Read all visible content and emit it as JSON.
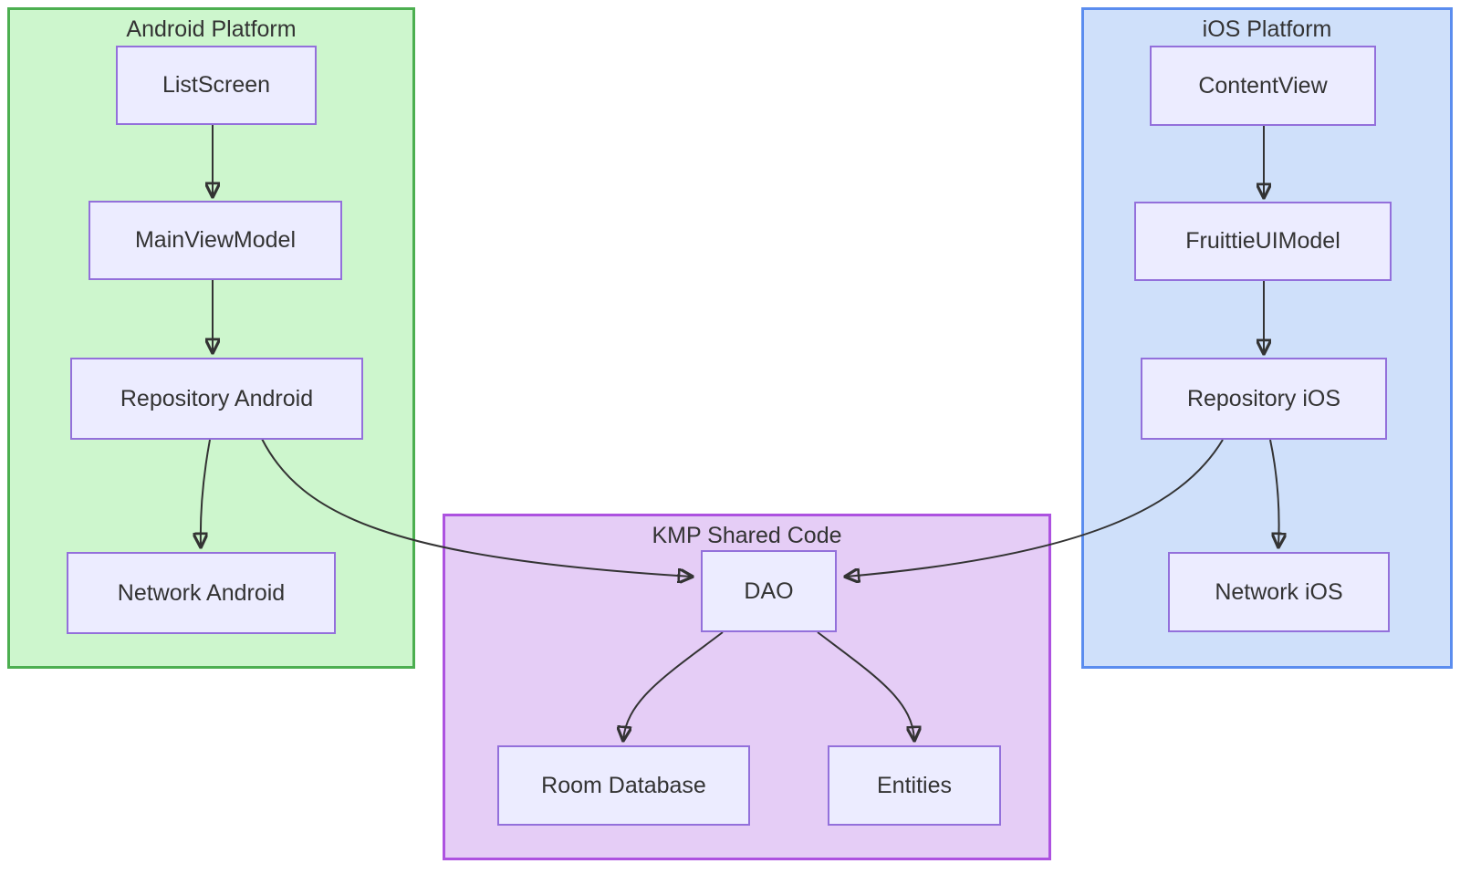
{
  "diagram": {
    "type": "flowchart",
    "edge_color": "#333333",
    "node_style": {
      "fill": "#ececff",
      "border": "#9370db",
      "text": "#333333"
    },
    "groups": [
      {
        "title": "Android Platform",
        "fill": "#cdf6cd",
        "border": "#4caf50",
        "nodes": [
          {
            "label": "ListScreen"
          },
          {
            "label": "MainViewModel"
          },
          {
            "label": "Repository Android"
          },
          {
            "label": "Network Android"
          }
        ]
      },
      {
        "title": "iOS Platform",
        "fill": "#cfe0fa",
        "border": "#5b8def",
        "nodes": [
          {
            "label": "ContentView"
          },
          {
            "label": "FruittieUIModel"
          },
          {
            "label": "Repository iOS"
          },
          {
            "label": "Network iOS"
          }
        ]
      },
      {
        "title": "KMP Shared Code",
        "fill": "#e5cdf6",
        "border": "#ad52e0",
        "nodes": [
          {
            "label": "DAO"
          },
          {
            "label": "Room Database"
          },
          {
            "label": "Entities"
          }
        ]
      }
    ],
    "edges": [
      {
        "from": "ListScreen",
        "to": "MainViewModel"
      },
      {
        "from": "MainViewModel",
        "to": "Repository Android"
      },
      {
        "from": "Repository Android",
        "to": "Network Android"
      },
      {
        "from": "Repository Android",
        "to": "DAO"
      },
      {
        "from": "ContentView",
        "to": "FruittieUIModel"
      },
      {
        "from": "FruittieUIModel",
        "to": "Repository iOS"
      },
      {
        "from": "Repository iOS",
        "to": "Network iOS"
      },
      {
        "from": "Repository iOS",
        "to": "DAO"
      },
      {
        "from": "DAO",
        "to": "Room Database"
      },
      {
        "from": "DAO",
        "to": "Entities"
      }
    ]
  }
}
